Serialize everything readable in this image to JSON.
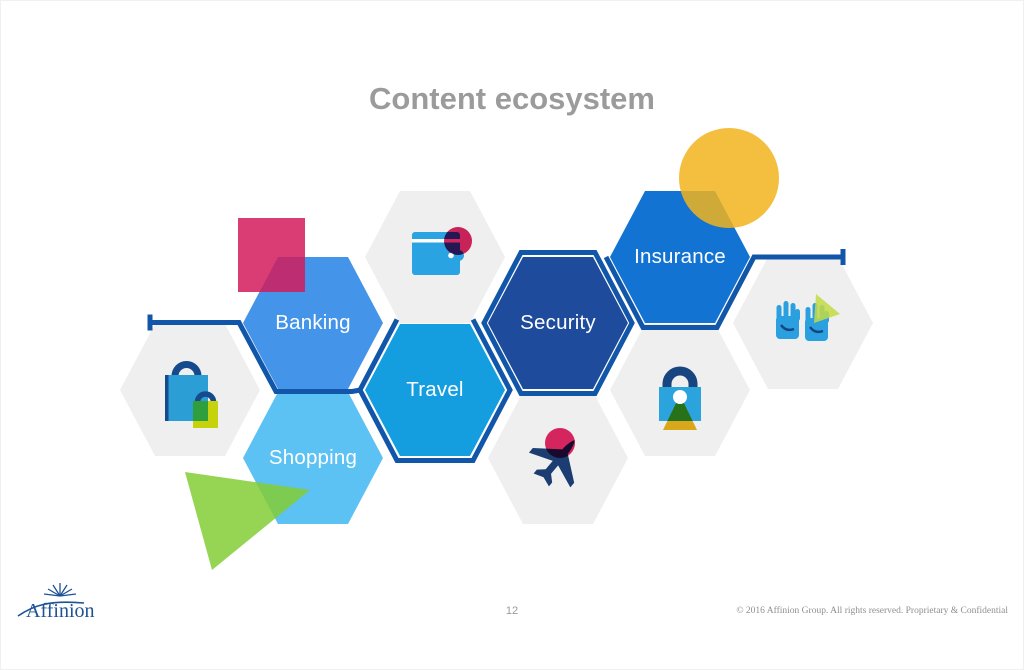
{
  "slide": {
    "title": "Content ecosystem",
    "page_number": "12",
    "copyright": "© 2016 Affinion Group. All rights reserved. Proprietary & Confidential",
    "logo_text": "Affinion"
  },
  "diagram": {
    "labeled_hexagons": [
      {
        "label": "Banking",
        "color": "#4494e9"
      },
      {
        "label": "Shopping",
        "color": "#5cc1f3"
      },
      {
        "label": "Travel",
        "color": "#149edf"
      },
      {
        "label": "Security",
        "color": "#1e4b9b"
      },
      {
        "label": "Insurance",
        "color": "#1273d2"
      }
    ],
    "icon_hexagons": [
      {
        "icon": "shopping-bags-icon"
      },
      {
        "icon": "wallet-icon"
      },
      {
        "icon": "airplane-icon"
      },
      {
        "icon": "padlock-icon"
      },
      {
        "icon": "raised-hands-icon"
      }
    ],
    "accent_colors": {
      "hexagon_gray": "#efefef",
      "connector_line": "#1156a9",
      "pink_square": "#d21b5c",
      "yellow_circle": "#f2b41d",
      "green_triangle_large": "#84cc35",
      "green_triangle_small": "#c3da44",
      "logo_blue": "#1d5296"
    }
  }
}
